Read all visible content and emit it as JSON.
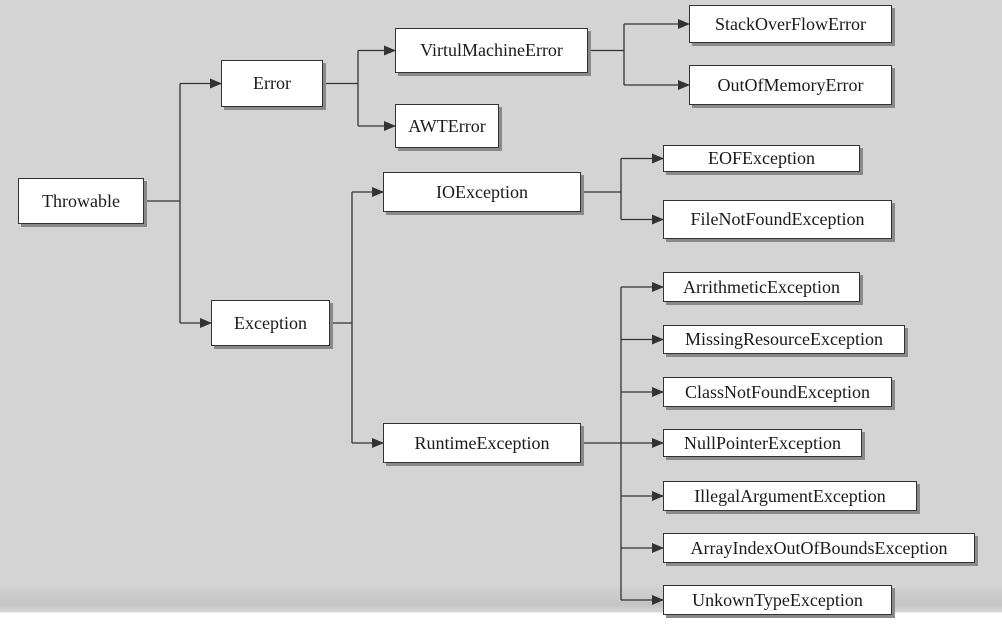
{
  "diagram": {
    "type": "class-hierarchy-tree",
    "colors": {
      "background": "#d4d4d4",
      "box_fill": "#ffffff",
      "box_border": "#333333",
      "line": "#333333",
      "shadow": "#8a8a8a"
    },
    "nodes": [
      {
        "id": "throwable",
        "label": "Throwable"
      },
      {
        "id": "error",
        "label": "Error"
      },
      {
        "id": "exception",
        "label": "Exception"
      },
      {
        "id": "vme",
        "label": "VirtulMachineError"
      },
      {
        "id": "awt",
        "label": "AWTError"
      },
      {
        "id": "soe",
        "label": "StackOverFlowError"
      },
      {
        "id": "oome",
        "label": "OutOfMemoryError"
      },
      {
        "id": "ioe",
        "label": "IOException"
      },
      {
        "id": "rte",
        "label": "RuntimeException"
      },
      {
        "id": "eof",
        "label": "EOFException"
      },
      {
        "id": "fnf",
        "label": "FileNotFoundException"
      },
      {
        "id": "arith",
        "label": "ArrithmeticException"
      },
      {
        "id": "missing",
        "label": "MissingResourceException"
      },
      {
        "id": "cnf",
        "label": "ClassNotFoundException"
      },
      {
        "id": "npe",
        "label": "NullPointerException"
      },
      {
        "id": "iae",
        "label": "IllegalArgumentException"
      },
      {
        "id": "aioobe",
        "label": "ArrayIndexOutOfBoundsException"
      },
      {
        "id": "unknown",
        "label": "UnkownTypeException"
      }
    ],
    "edges": [
      {
        "from": "throwable",
        "to": "error"
      },
      {
        "from": "throwable",
        "to": "exception"
      },
      {
        "from": "error",
        "to": "vme"
      },
      {
        "from": "error",
        "to": "awt"
      },
      {
        "from": "vme",
        "to": "soe"
      },
      {
        "from": "vme",
        "to": "oome"
      },
      {
        "from": "exception",
        "to": "ioe"
      },
      {
        "from": "exception",
        "to": "rte"
      },
      {
        "from": "ioe",
        "to": "eof"
      },
      {
        "from": "ioe",
        "to": "fnf"
      },
      {
        "from": "rte",
        "to": "arith"
      },
      {
        "from": "rte",
        "to": "missing"
      },
      {
        "from": "rte",
        "to": "cnf"
      },
      {
        "from": "rte",
        "to": "npe"
      },
      {
        "from": "rte",
        "to": "iae"
      },
      {
        "from": "rte",
        "to": "aioobe"
      },
      {
        "from": "rte",
        "to": "unknown"
      }
    ]
  }
}
